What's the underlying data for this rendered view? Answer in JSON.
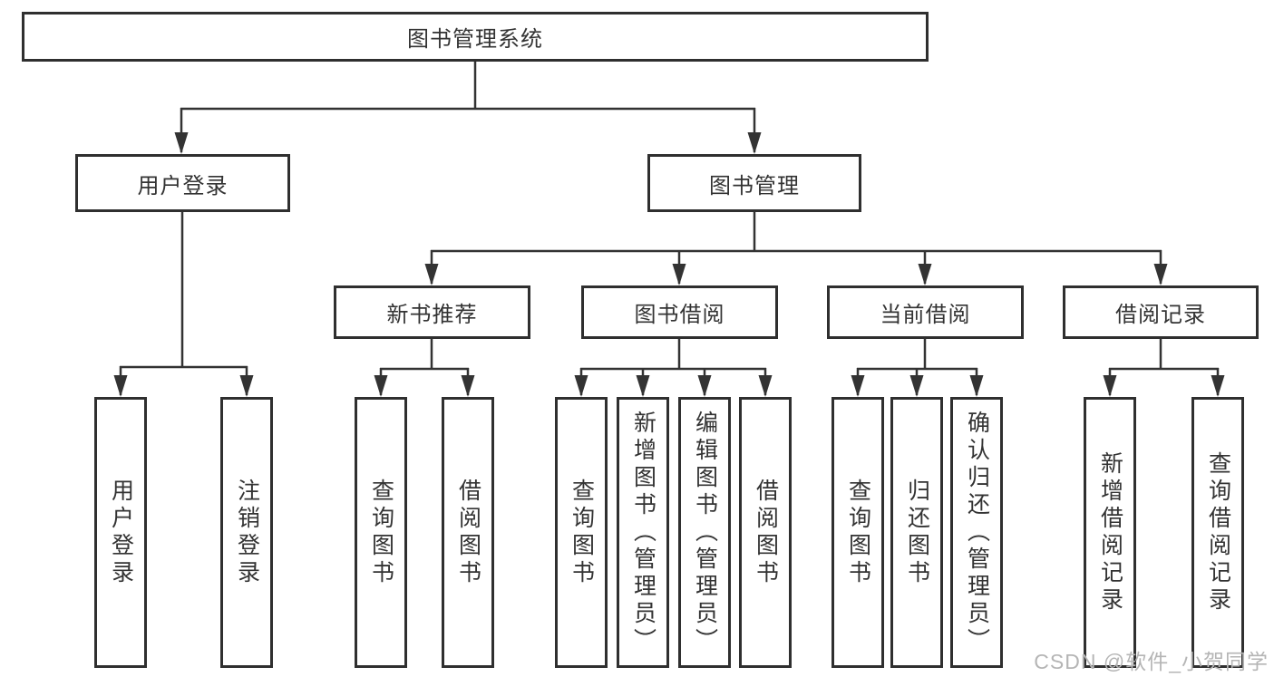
{
  "title": "图书管理系统",
  "watermark": "CSDN @软件_小贺同学",
  "colors": {
    "line": "#333333",
    "text": "#333333",
    "box_background": "#ffffff",
    "watermark": "#b5b5b5"
  },
  "nodes": {
    "root": {
      "label": "图书管理系统"
    },
    "level2": [
      {
        "label": "用户登录"
      },
      {
        "label": "图书管理"
      }
    ],
    "level3": [
      {
        "label": "新书推荐"
      },
      {
        "label": "图书借阅"
      },
      {
        "label": "当前借阅"
      },
      {
        "label": "借阅记录"
      }
    ],
    "leaves": {
      "user_login": [
        "用户登录",
        "注销登录"
      ],
      "new_book_rec": [
        "查询图书",
        "借阅图书"
      ],
      "book_borrow": [
        "查询图书",
        "新增图书（管理员）",
        "编辑图书（管理员）",
        "借阅图书"
      ],
      "current_borrow": [
        "查询图书",
        "归还图书",
        "确认归还（管理员）"
      ],
      "borrow_record": [
        "新增借阅记录",
        "查询借阅记录"
      ]
    }
  }
}
